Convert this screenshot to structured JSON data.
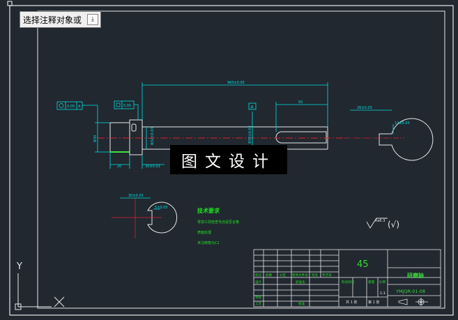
{
  "prompt": {
    "text": "选择注释对象或",
    "button_icon": "download-arrow-icon"
  },
  "overlay_text": "图文设计",
  "dims": {
    "top_length": "960±0.05",
    "keyway_length": "50",
    "keyway_section_width": "26±0.03",
    "keyway_section_depth": "12±0.03",
    "dia_left": "Φ30",
    "dia_mid": "Φ32±0.03",
    "dia_right": "Φ30±0.03",
    "len_left": "20",
    "len_mid": "30±0.03",
    "section_b_width": "30±0.03",
    "section_b_depth": "5±0.05"
  },
  "tolerances": {
    "left": {
      "value": "0.05",
      "datum": "A"
    },
    "mid": {
      "value": "0.05"
    },
    "datum_label": "A"
  },
  "tech": {
    "title": "技术要求",
    "lines": [
      "零加工前检查毛坯是否合格",
      "表面处理",
      "未注倒角为C1"
    ]
  },
  "roughness": {
    "value": "Ra6.3",
    "note": "(√)"
  },
  "title_block": {
    "material": "45",
    "part_name": "研磨轴",
    "drawing_no": "YMJQR-01-08",
    "row_labels": [
      "标记",
      "处数",
      "分区",
      "更改文件号",
      "签名",
      "年月日"
    ],
    "design": "设计",
    "standard": "标准化",
    "stage_mark": "阶段标记",
    "weight": "重量",
    "scale": "比例",
    "scale_value": "1:1",
    "review": "审核",
    "process": "工艺",
    "approve": "批准",
    "sheets": "共 1 张",
    "sheet_no": "第 1 张"
  },
  "ucs": {
    "x": "X",
    "y": "Y"
  },
  "colors": {
    "background": "#212830",
    "frame": "#f0f0f0",
    "dimension": "#00e0e0",
    "centerline": "#e0202a",
    "text_green": "#20e020",
    "title_green": "#38d838"
  }
}
